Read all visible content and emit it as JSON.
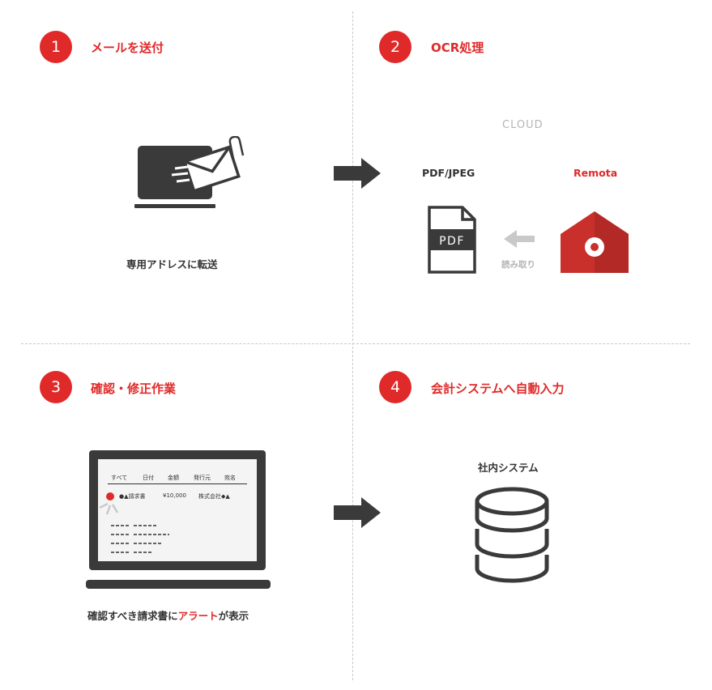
{
  "steps": [
    {
      "number": "1",
      "title": "メールを送付"
    },
    {
      "number": "2",
      "title": "OCR処理"
    },
    {
      "number": "3",
      "title": "確認・修正作業"
    },
    {
      "number": "4",
      "title": "会計システムへ自動入力"
    }
  ],
  "step1": {
    "caption": "専用アドレスに転送"
  },
  "step2": {
    "cloud_label": "CLOUD",
    "file_label": "PDF/JPEG",
    "doc_text": "PDF",
    "brand_label": "Remota",
    "read_label": "読み取り"
  },
  "step3": {
    "table_headers": [
      "すべて",
      "日付",
      "金額",
      "発行元",
      "宛名"
    ],
    "alert_row": {
      "name": "●▲請求書",
      "amount": "¥10,000",
      "issuer": "株式会社◆▲"
    },
    "caption_before": "確認すべき請求書に",
    "caption_highlight": "アラート",
    "caption_after": "が表示"
  },
  "step4": {
    "system_label": "社内システム"
  },
  "colors": {
    "accent": "#e02a2a",
    "dark": "#3a3a3a",
    "brand": "#c9302c",
    "muted": "#b5b5b5"
  },
  "icons": [
    "laptop-mail-icon",
    "arrow-right-icon",
    "pdf-document-icon",
    "arrow-left-icon",
    "remota-house-icon",
    "laptop-screen-icon",
    "database-icon"
  ]
}
